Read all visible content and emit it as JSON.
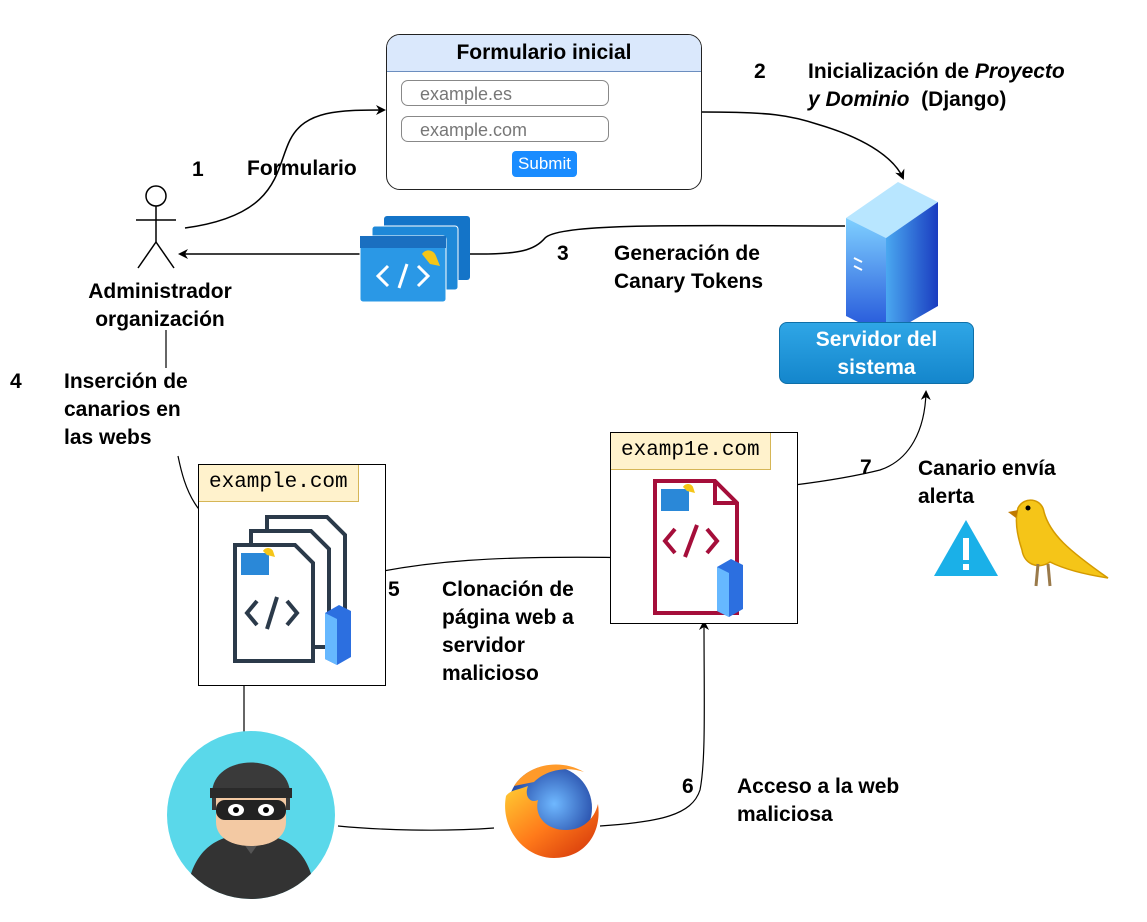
{
  "form": {
    "title": "Formulario inicial",
    "field1_placeholder": "example.es",
    "field2_placeholder": "example.com",
    "submit_label": "Submit"
  },
  "steps": {
    "s1": {
      "num": "1",
      "label": "Formulario"
    },
    "s2": {
      "num": "2",
      "line1_a": "Inicialización de ",
      "line1_b": "Proyecto",
      "line2_a": "y Dominio",
      "line2_b": "  (Django)"
    },
    "s3": {
      "num": "3",
      "line1": "Generación de",
      "line2": "Canary Tokens"
    },
    "s4": {
      "num": "4",
      "line1": "Inserción de",
      "line2": "canarios en",
      "line3": "las webs"
    },
    "s5": {
      "num": "5",
      "line1": "Clonación de",
      "line2": "página web a",
      "line3": "servidor",
      "line4": "malicioso"
    },
    "s6": {
      "num": "6",
      "line1": "Acceso a la web",
      "line2": "maliciosa"
    },
    "s7": {
      "num": "7",
      "line1": "Canario envía",
      "line2": "alerta"
    }
  },
  "admin": {
    "line1": "Administrador",
    "line2": "organización"
  },
  "server": {
    "line1": "Servidor del",
    "line2": "sistema"
  },
  "sites": {
    "legit": "example.com",
    "malicious": "examp1e.com"
  },
  "icons": [
    "stick-figure-icon",
    "server-icon",
    "code-file-icon",
    "canary-bird-icon",
    "warning-icon",
    "firefox-icon",
    "hacker-avatar-icon"
  ],
  "colors": {
    "form_header": "#dae8fc",
    "site_tag": "#fff2cc",
    "server_blue": "#1a8cd8",
    "malicious_red": "#a50e3a",
    "canary_yellow": "#f5c518",
    "warning_cyan": "#1ab0e8"
  }
}
